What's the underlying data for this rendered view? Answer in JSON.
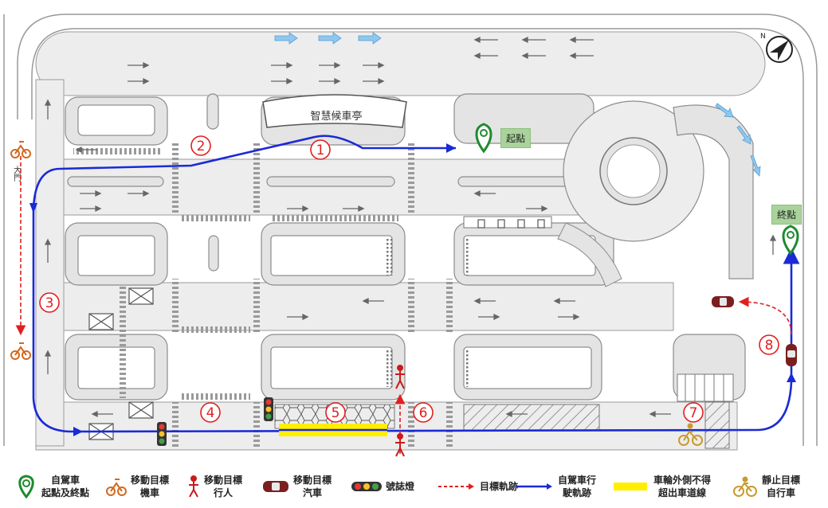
{
  "map": {
    "building_label": "智慧候車亭",
    "gate_label": "大門",
    "start_label": "起點",
    "end_label": "終點",
    "markers": [
      "1",
      "2",
      "3",
      "4",
      "5",
      "6",
      "7",
      "8"
    ],
    "colors": {
      "route": "#1a2ad6",
      "target_track": "#e02020",
      "marker": "#e02020",
      "lane_fill": "#ededed",
      "island_fill": "#e4e4e4",
      "no_cross_line": "#ffee00",
      "pin": "#1e8a2e"
    }
  },
  "legend": {
    "items": [
      {
        "icon": "location-pin-icon",
        "label": "自駕車\n起點及終點"
      },
      {
        "icon": "motorcycle-icon",
        "label": "移動目標\n機車"
      },
      {
        "icon": "pedestrian-icon",
        "label": "移動目標\n行人"
      },
      {
        "icon": "car-icon",
        "label": "移動目標\n汽車"
      },
      {
        "icon": "traffic-light-icon",
        "label": "號誌燈"
      },
      {
        "icon": "dashed-arrow-icon",
        "label": "目標軌跡"
      },
      {
        "icon": "solid-arrow-icon",
        "label": "自駕車行\n駛軌跡"
      },
      {
        "icon": "yellow-line-icon",
        "label": "車輪外側不得\n超出車道線"
      },
      {
        "icon": "bicycle-icon",
        "label": "靜止目標\n自行車"
      }
    ]
  }
}
